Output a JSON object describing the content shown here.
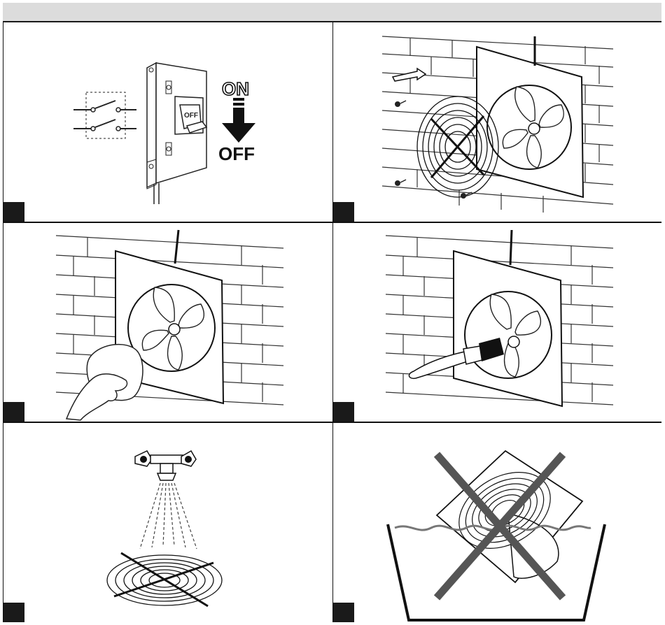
{
  "breaker": {
    "on_label": "ON",
    "off_label": "OFF",
    "switch_label": "OFF"
  },
  "colors": {
    "ink": "#1a1a1a",
    "header": "#dcdcdc",
    "badge": "#1a1a1a",
    "cross": "#555555"
  },
  "icons": {
    "step1": "circuit-breaker-icon",
    "step2": "remove-grille-icon",
    "step3": "wipe-cloth-icon",
    "step4": "brush-clean-icon",
    "step5": "faucet-rinse-icon",
    "step6": "no-immersion-icon"
  }
}
